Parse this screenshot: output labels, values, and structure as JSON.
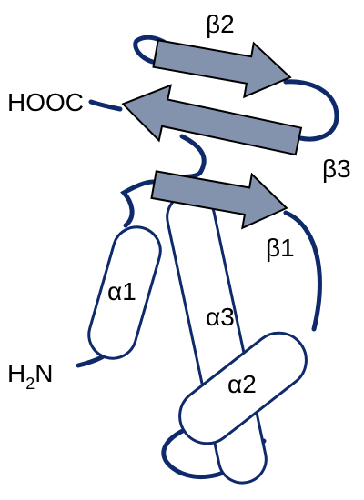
{
  "colors": {
    "backbone": "#0f2a6b",
    "strand_fill": "#8393ad",
    "strand_stroke": "#000000",
    "helix_fill": "#ffffff",
    "text": "#000000"
  },
  "labels": {
    "beta2": "β2",
    "beta3": "β3",
    "beta1": "β1",
    "alpha1": "α1",
    "alpha2": "α2",
    "alpha3": "α3",
    "c_terminus": "HOOC",
    "n_terminus_h": "H",
    "n_terminus_sub": "2",
    "n_terminus_n": "N"
  }
}
